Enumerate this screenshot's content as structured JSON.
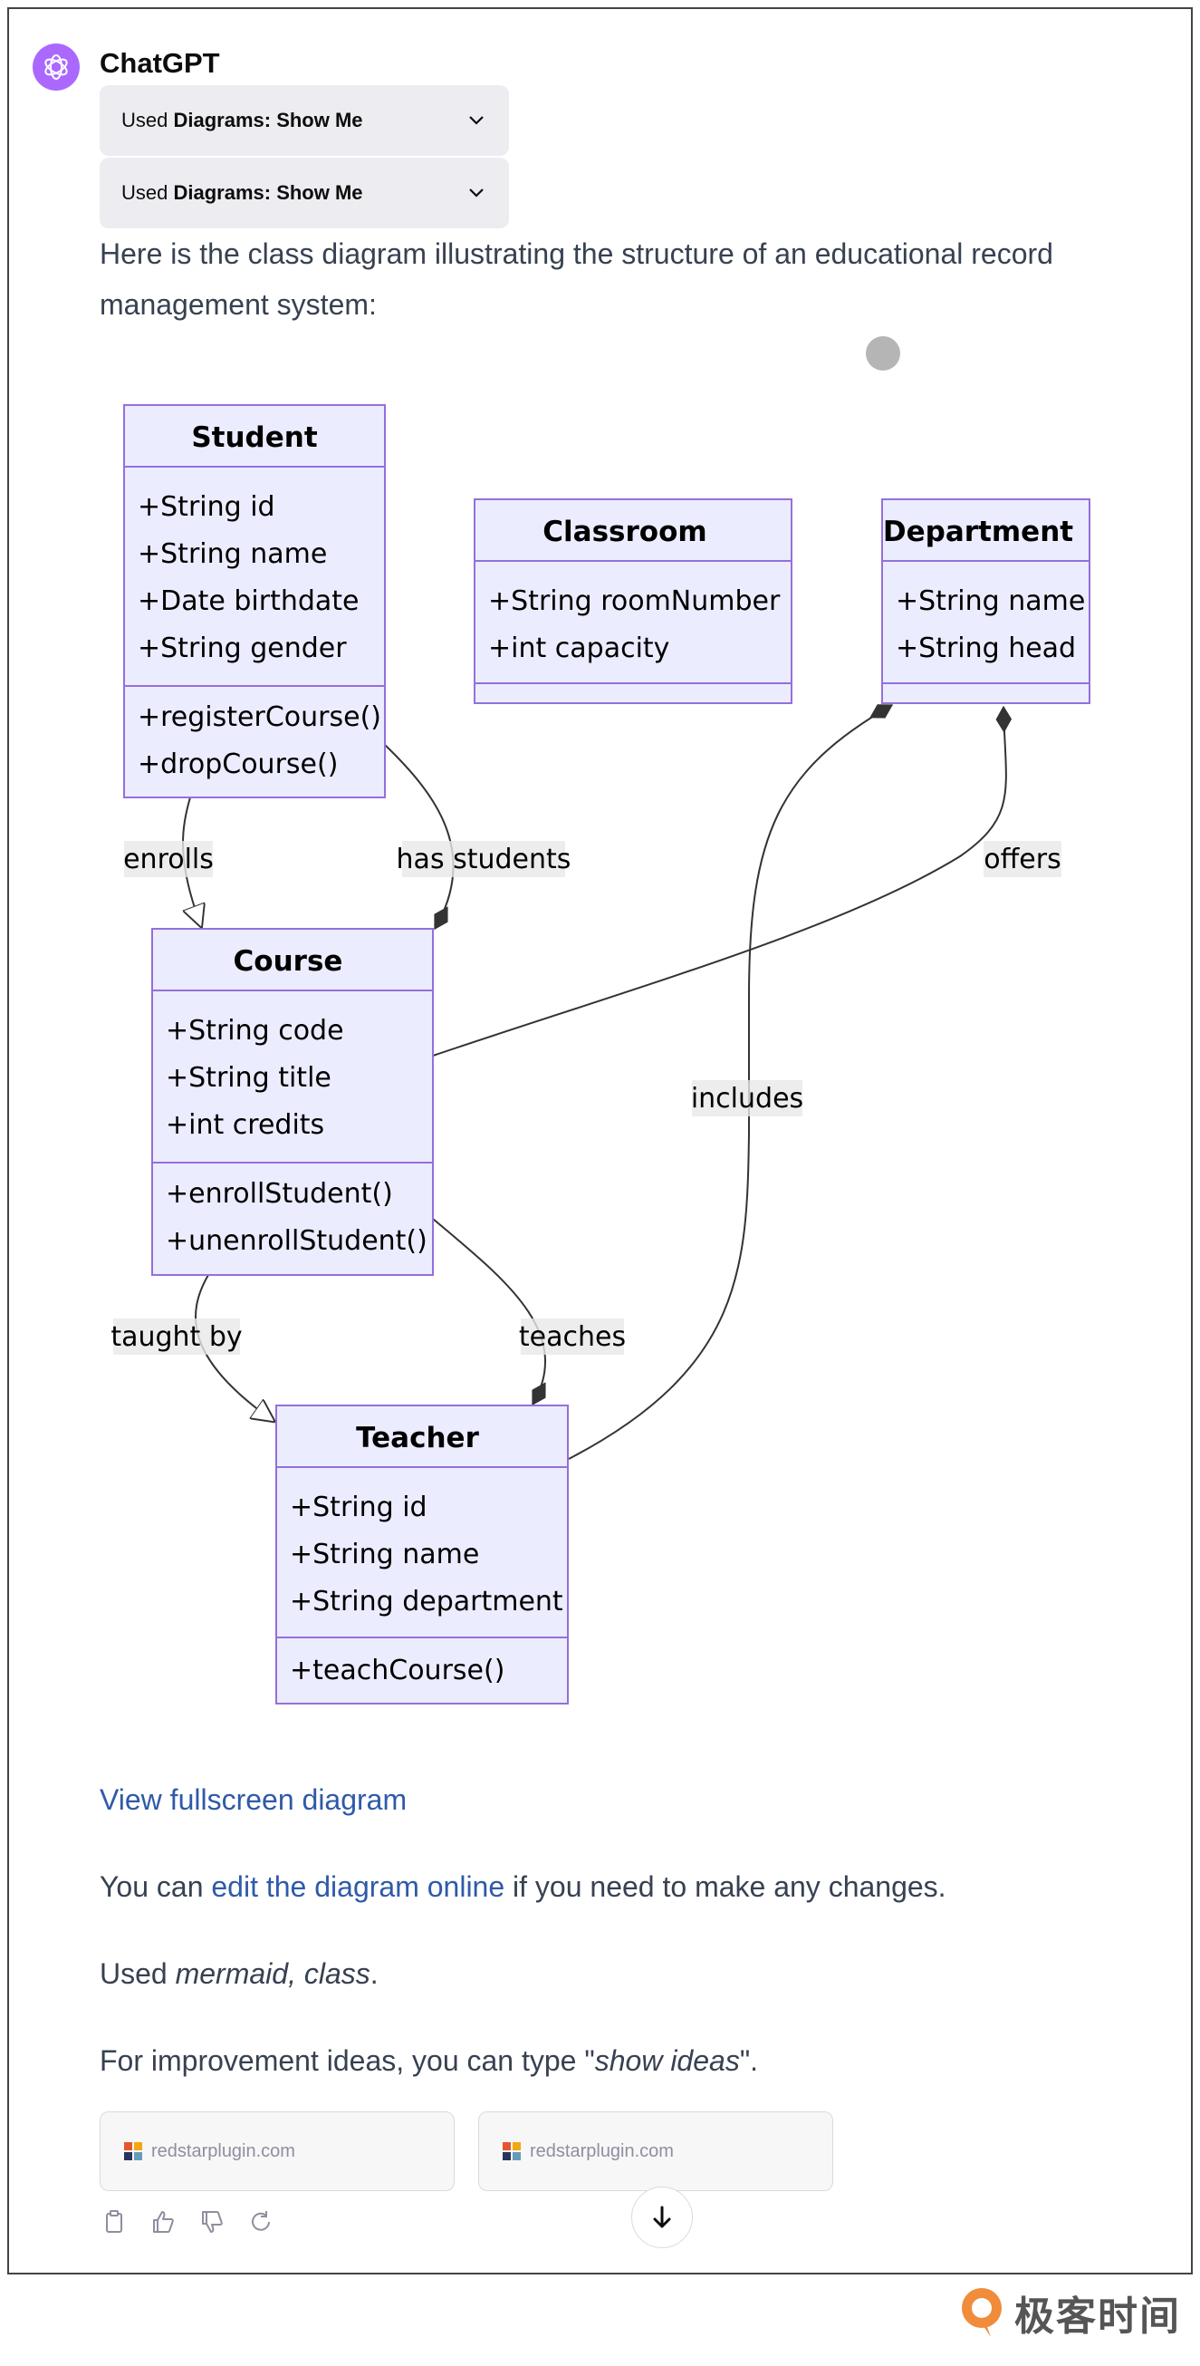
{
  "message": {
    "author": "ChatGPT",
    "tool_calls": [
      {
        "prefix": "Used ",
        "name": "Diagrams: Show Me"
      },
      {
        "prefix": "Used ",
        "name": "Diagrams: Show Me"
      }
    ],
    "intro": "Here is the class diagram illustrating the structure of an educational record management system:"
  },
  "diagram": {
    "classes": {
      "student": {
        "name": "Student",
        "attributes": [
          "+String id",
          "+String name",
          "+Date birthdate",
          "+String gender"
        ],
        "methods": [
          "+registerCourse()",
          "+dropCourse()"
        ]
      },
      "classroom": {
        "name": "Classroom",
        "attributes": [
          "+String roomNumber",
          "+int capacity"
        ],
        "methods": []
      },
      "department": {
        "name": "Department",
        "attributes": [
          "+String name",
          "+String head"
        ],
        "methods": []
      },
      "course": {
        "name": "Course",
        "attributes": [
          "+String code",
          "+String title",
          "+int credits"
        ],
        "methods": [
          "+enrollStudent()",
          "+unenrollStudent()"
        ]
      },
      "teacher": {
        "name": "Teacher",
        "attributes": [
          "+String id",
          "+String name",
          "+String department"
        ],
        "methods": [
          "+teachCourse()"
        ]
      }
    },
    "relations": {
      "enrolls": "enrolls",
      "has_students": "has students",
      "offers": "offers",
      "includes": "includes",
      "taught_by": "taught by",
      "teaches": "teaches"
    },
    "colors": {
      "box_fill": "#ECECFF",
      "box_stroke": "#9370DB",
      "line": "#333333"
    }
  },
  "links": {
    "fullscreen": "View fullscreen diagram",
    "edit_prefix": "You can ",
    "edit_link": "edit the diagram online",
    "edit_suffix": " if you need to make any changes."
  },
  "used": {
    "prefix": "Used ",
    "items": "mermaid, class",
    "suffix": "."
  },
  "ideas": {
    "prefix": "For improvement ideas, you can type \"",
    "command": "show ideas",
    "suffix": "\"."
  },
  "sources": [
    "redstarplugin.com",
    "redstarplugin.com"
  ],
  "actions": [
    "copy-icon",
    "thumbs-up-icon",
    "thumbs-down-icon",
    "regenerate-icon"
  ],
  "watermark": "极客时间"
}
